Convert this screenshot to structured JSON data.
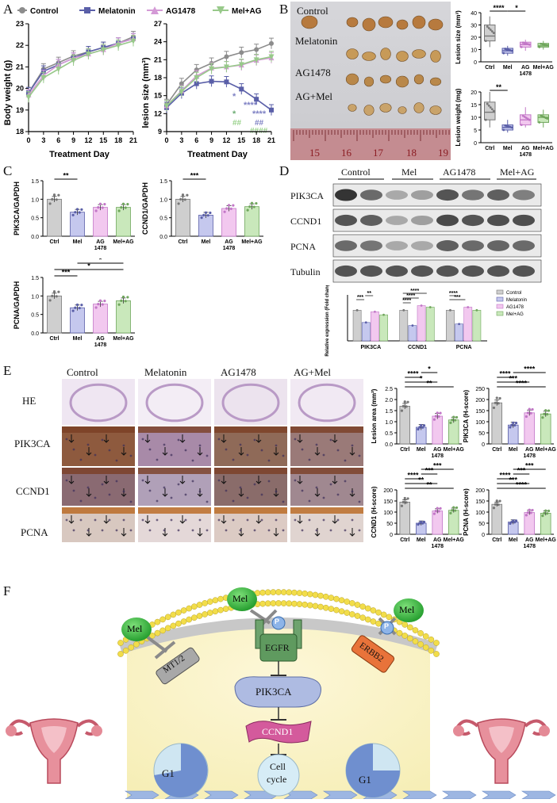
{
  "panel_letters": {
    "a": "A",
    "b": "B",
    "c": "C",
    "d": "D",
    "e": "E",
    "f": "F"
  },
  "panelA": {
    "legend": [
      "Control",
      "Melatonin",
      "AG1478",
      "Mel+AG"
    ],
    "colors": {
      "control": "#8c8c8c",
      "mel": "#5a5fa8",
      "ag": "#d49ad6",
      "melag": "#98c98a",
      "star_mel": "#7f82c4",
      "star_ag": "#6fae75",
      "star_melag": "#9ad28c"
    },
    "bw": {
      "ylabel": "Body weight (g)",
      "xlabel": "Treatment Day",
      "yticks": [
        "18",
        "19",
        "20",
        "21",
        "22",
        "23"
      ],
      "xticks": [
        "0",
        "3",
        "6",
        "9",
        "12",
        "15",
        "18",
        "21"
      ]
    },
    "ls": {
      "ylabel": "lesion size (mm³)",
      "xlabel": "Treatment Day",
      "yticks": [
        "9",
        "12",
        "15",
        "18",
        "21",
        "24",
        "27"
      ],
      "xticks": [
        "0",
        "3",
        "6",
        "9",
        "12",
        "15",
        "18",
        "21"
      ]
    },
    "sig": {
      "r1": "*",
      "r2": "****",
      "r3": "*",
      "r4": "****",
      "r5": "##",
      "r6": "##",
      "r7": "####"
    }
  },
  "chart_data": [
    {
      "type": "line",
      "title": "",
      "xlabel": "Treatment Day",
      "ylabel": "Body weight (g)",
      "x": [
        0,
        3,
        6,
        9,
        12,
        15,
        18,
        21
      ],
      "ylim": [
        18,
        23
      ],
      "series": [
        {
          "name": "Control",
          "values": [
            19.8,
            20.9,
            21.2,
            21.5,
            21.7,
            21.9,
            22.1,
            22.4
          ]
        },
        {
          "name": "Melatonin",
          "values": [
            19.8,
            20.8,
            21.1,
            21.4,
            21.7,
            21.9,
            22.1,
            22.3
          ]
        },
        {
          "name": "AG1478",
          "values": [
            19.7,
            20.6,
            21.1,
            21.4,
            21.6,
            21.8,
            22.1,
            22.3
          ]
        },
        {
          "name": "Mel+AG",
          "values": [
            19.6,
            20.5,
            20.9,
            21.3,
            21.6,
            21.8,
            22.0,
            22.2
          ]
        }
      ]
    },
    {
      "type": "line",
      "title": "",
      "xlabel": "Treatment Day",
      "ylabel": "lesion size (mm³)",
      "x": [
        0,
        3,
        6,
        9,
        12,
        15,
        18,
        21
      ],
      "ylim": [
        9,
        27
      ],
      "series": [
        {
          "name": "Control",
          "values": [
            13.5,
            17.0,
            19.3,
            20.4,
            21.5,
            22.2,
            22.7,
            23.7
          ]
        },
        {
          "name": "Melatonin",
          "values": [
            13.0,
            15.4,
            17.0,
            17.4,
            17.3,
            16.1,
            14.4,
            12.6
          ]
        },
        {
          "name": "AG1478",
          "values": [
            13.3,
            15.8,
            18.3,
            19.6,
            19.8,
            20.1,
            20.9,
            21.3
          ]
        },
        {
          "name": "Mel+AG",
          "values": [
            13.3,
            15.7,
            18.0,
            19.5,
            19.8,
            20.2,
            21.0,
            21.5
          ]
        }
      ]
    },
    {
      "type": "box",
      "ylabel": "Lesion size (mm³)",
      "categories": [
        "Ctrl",
        "Mel",
        "AG 1478",
        "Mel+AG"
      ],
      "yticks": [
        0,
        10,
        20,
        30,
        40
      ],
      "sig": [
        "****",
        "*"
      ]
    },
    {
      "type": "box",
      "ylabel": "Lesion weight (mg)",
      "categories": [
        "Ctrl",
        "Mel",
        "AG 1478",
        "Mel+AG"
      ],
      "yticks": [
        0,
        5,
        10,
        15,
        20
      ],
      "sig": [
        "**"
      ]
    },
    {
      "type": "bar",
      "ylabel": "PIK3CA/GAPDH",
      "categories": [
        "Ctrl",
        "Mel",
        "AG 1478",
        "Mel+AG"
      ],
      "values": [
        1.0,
        0.65,
        0.78,
        0.78
      ],
      "ylim": [
        0,
        1.5
      ],
      "yticks": [
        "0.0",
        "0.5",
        "1.0",
        "1.5"
      ],
      "sig": [
        "**"
      ]
    },
    {
      "type": "bar",
      "ylabel": "CCND1/GAPDH",
      "categories": [
        "Ctrl",
        "Mel",
        "AG 1478",
        "Mel+AG"
      ],
      "values": [
        1.0,
        0.57,
        0.75,
        0.8
      ],
      "ylim": [
        0,
        1.5
      ],
      "yticks": [
        "0.0",
        "0.5",
        "1.0",
        "1.5"
      ],
      "sig": [
        "***"
      ]
    },
    {
      "type": "bar",
      "ylabel": "PCNA/GAPDH",
      "categories": [
        "Ctrl",
        "Mel",
        "AG 1478",
        "Mel+AG"
      ],
      "values": [
        1.0,
        0.68,
        0.78,
        0.87
      ],
      "ylim": [
        0,
        1.5
      ],
      "yticks": [
        "0.0",
        "0.5",
        "1.0",
        "1.5"
      ],
      "sig": [
        "***",
        "*",
        "*"
      ]
    },
    {
      "type": "bar",
      "ylabel": "Relative expression (Fold change)",
      "categories": [
        "PIK3CA",
        "CCND1",
        "PCNA"
      ],
      "legend": [
        "Control",
        "Melatonin",
        "AG1478",
        "Mel+AG"
      ],
      "series": [
        {
          "name": "Control",
          "values": [
            1.0,
            1.0,
            1.0
          ]
        },
        {
          "name": "Melatonin",
          "values": [
            0.6,
            0.5,
            0.55
          ]
        },
        {
          "name": "AG1478",
          "values": [
            0.95,
            1.15,
            1.1
          ]
        },
        {
          "name": "Mel+AG",
          "values": [
            0.85,
            1.1,
            1.0
          ]
        }
      ],
      "sig": [
        "***",
        "**",
        "****",
        "****",
        "****",
        "***",
        "****"
      ]
    },
    {
      "type": "bar",
      "ylabel": "Lesion area (mm²)",
      "categories": [
        "Ctrl",
        "Mel",
        "AG 1478",
        "Mel+AG"
      ],
      "values": [
        1.7,
        0.75,
        1.25,
        1.08
      ],
      "ylim": [
        0,
        2.5
      ],
      "yticks": [
        "0.0",
        "0.5",
        "1.0",
        "1.5",
        "2.0",
        "2.5"
      ],
      "sig": [
        "**",
        "*",
        "****",
        "*"
      ]
    },
    {
      "type": "bar",
      "ylabel": "PIK3CA (H-score)",
      "categories": [
        "Ctrl",
        "Mel",
        "AG 1478",
        "Mel+AG"
      ],
      "values": [
        185,
        85,
        140,
        135
      ],
      "ylim": [
        0,
        250
      ],
      "yticks": [
        "0",
        "50",
        "100",
        "150",
        "200",
        "250"
      ],
      "sig": [
        "****",
        "***",
        "****",
        "****"
      ]
    },
    {
      "type": "bar",
      "ylabel": "CCND1 (H-score)",
      "categories": [
        "Ctrl",
        "Mel",
        "AG 1478",
        "Mel+AG"
      ],
      "values": [
        145,
        50,
        105,
        108
      ],
      "ylim": [
        0,
        200
      ],
      "yticks": [
        "0",
        "50",
        "100",
        "150",
        "200"
      ],
      "sig": [
        "**",
        "**",
        "****",
        "***",
        "***"
      ]
    },
    {
      "type": "bar",
      "ylabel": "PCNA (H-score)",
      "categories": [
        "Ctrl",
        "Mel",
        "AG 1478",
        "Mel+AG"
      ],
      "values": [
        135,
        55,
        98,
        95
      ],
      "ylim": [
        0,
        200
      ],
      "yticks": [
        "0",
        "50",
        "100",
        "150",
        "200"
      ],
      "sig": [
        "****",
        "***",
        "****",
        "***",
        "***"
      ]
    }
  ],
  "panelB": {
    "labels": [
      "Control",
      "Melatonin",
      "AG1478",
      "AG+Mel"
    ],
    "ruler": [
      "15",
      "16",
      "17",
      "18",
      "19"
    ]
  },
  "panelD": {
    "groups": [
      "Control",
      "Mel",
      "AG1478",
      "Mel+AG"
    ],
    "rows": [
      "PIK3CA",
      "CCND1",
      "PCNA",
      "Tubulin"
    ]
  },
  "panelE": {
    "cols": [
      "Control",
      "Melatonin",
      "AG1478",
      "AG+Mel"
    ],
    "rows": [
      "HE",
      "PIK3CA",
      "CCND1",
      "PCNA"
    ]
  },
  "panelF": {
    "mel": "Mel",
    "p": "P",
    "mt": "MT1/2",
    "egfr": "EGFR",
    "erbb2": "ERBB2",
    "pik3ca": "PIK3CA",
    "ccnd1": "CCND1",
    "cell_cycle_1": "Cell",
    "cell_cycle_2": "cycle",
    "g1": "G1"
  }
}
